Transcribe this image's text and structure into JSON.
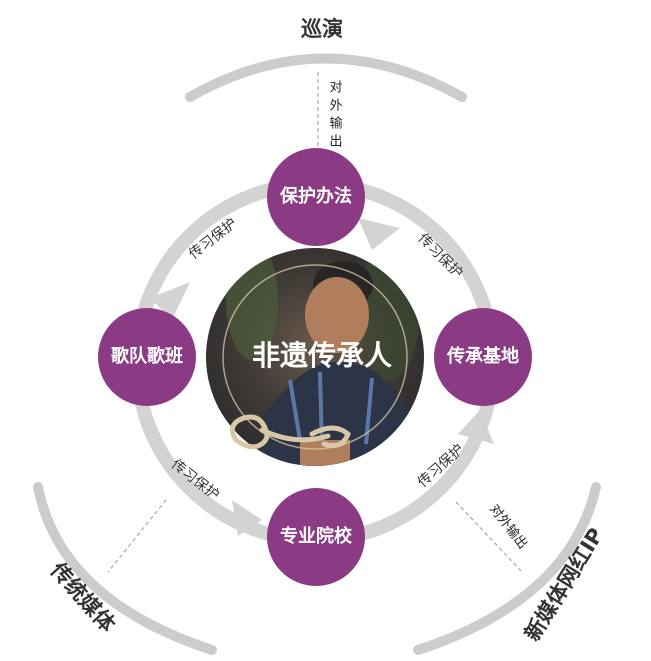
{
  "outer": {
    "top": "巡演",
    "bottom_left": "传统媒体",
    "bottom_right": "新媒体网红IP"
  },
  "center": {
    "title": "非遗传承人"
  },
  "nodes": {
    "top": "保护办法",
    "left": "歌队歌班",
    "right": "传承基地",
    "bottom": "专业院校"
  },
  "edges": {
    "top_left": "传习保护",
    "top_right": "传习保护",
    "bottom_left": "传习保护",
    "bottom_right": "传习保护"
  },
  "output_labels": {
    "top": [
      "对",
      "外",
      "输",
      "出"
    ],
    "bottom_right": "对外输出"
  },
  "colors": {
    "node": "#8B3A84",
    "ring": "#D3D3D3",
    "arc": "#CCCCCC",
    "text": "#333333"
  }
}
